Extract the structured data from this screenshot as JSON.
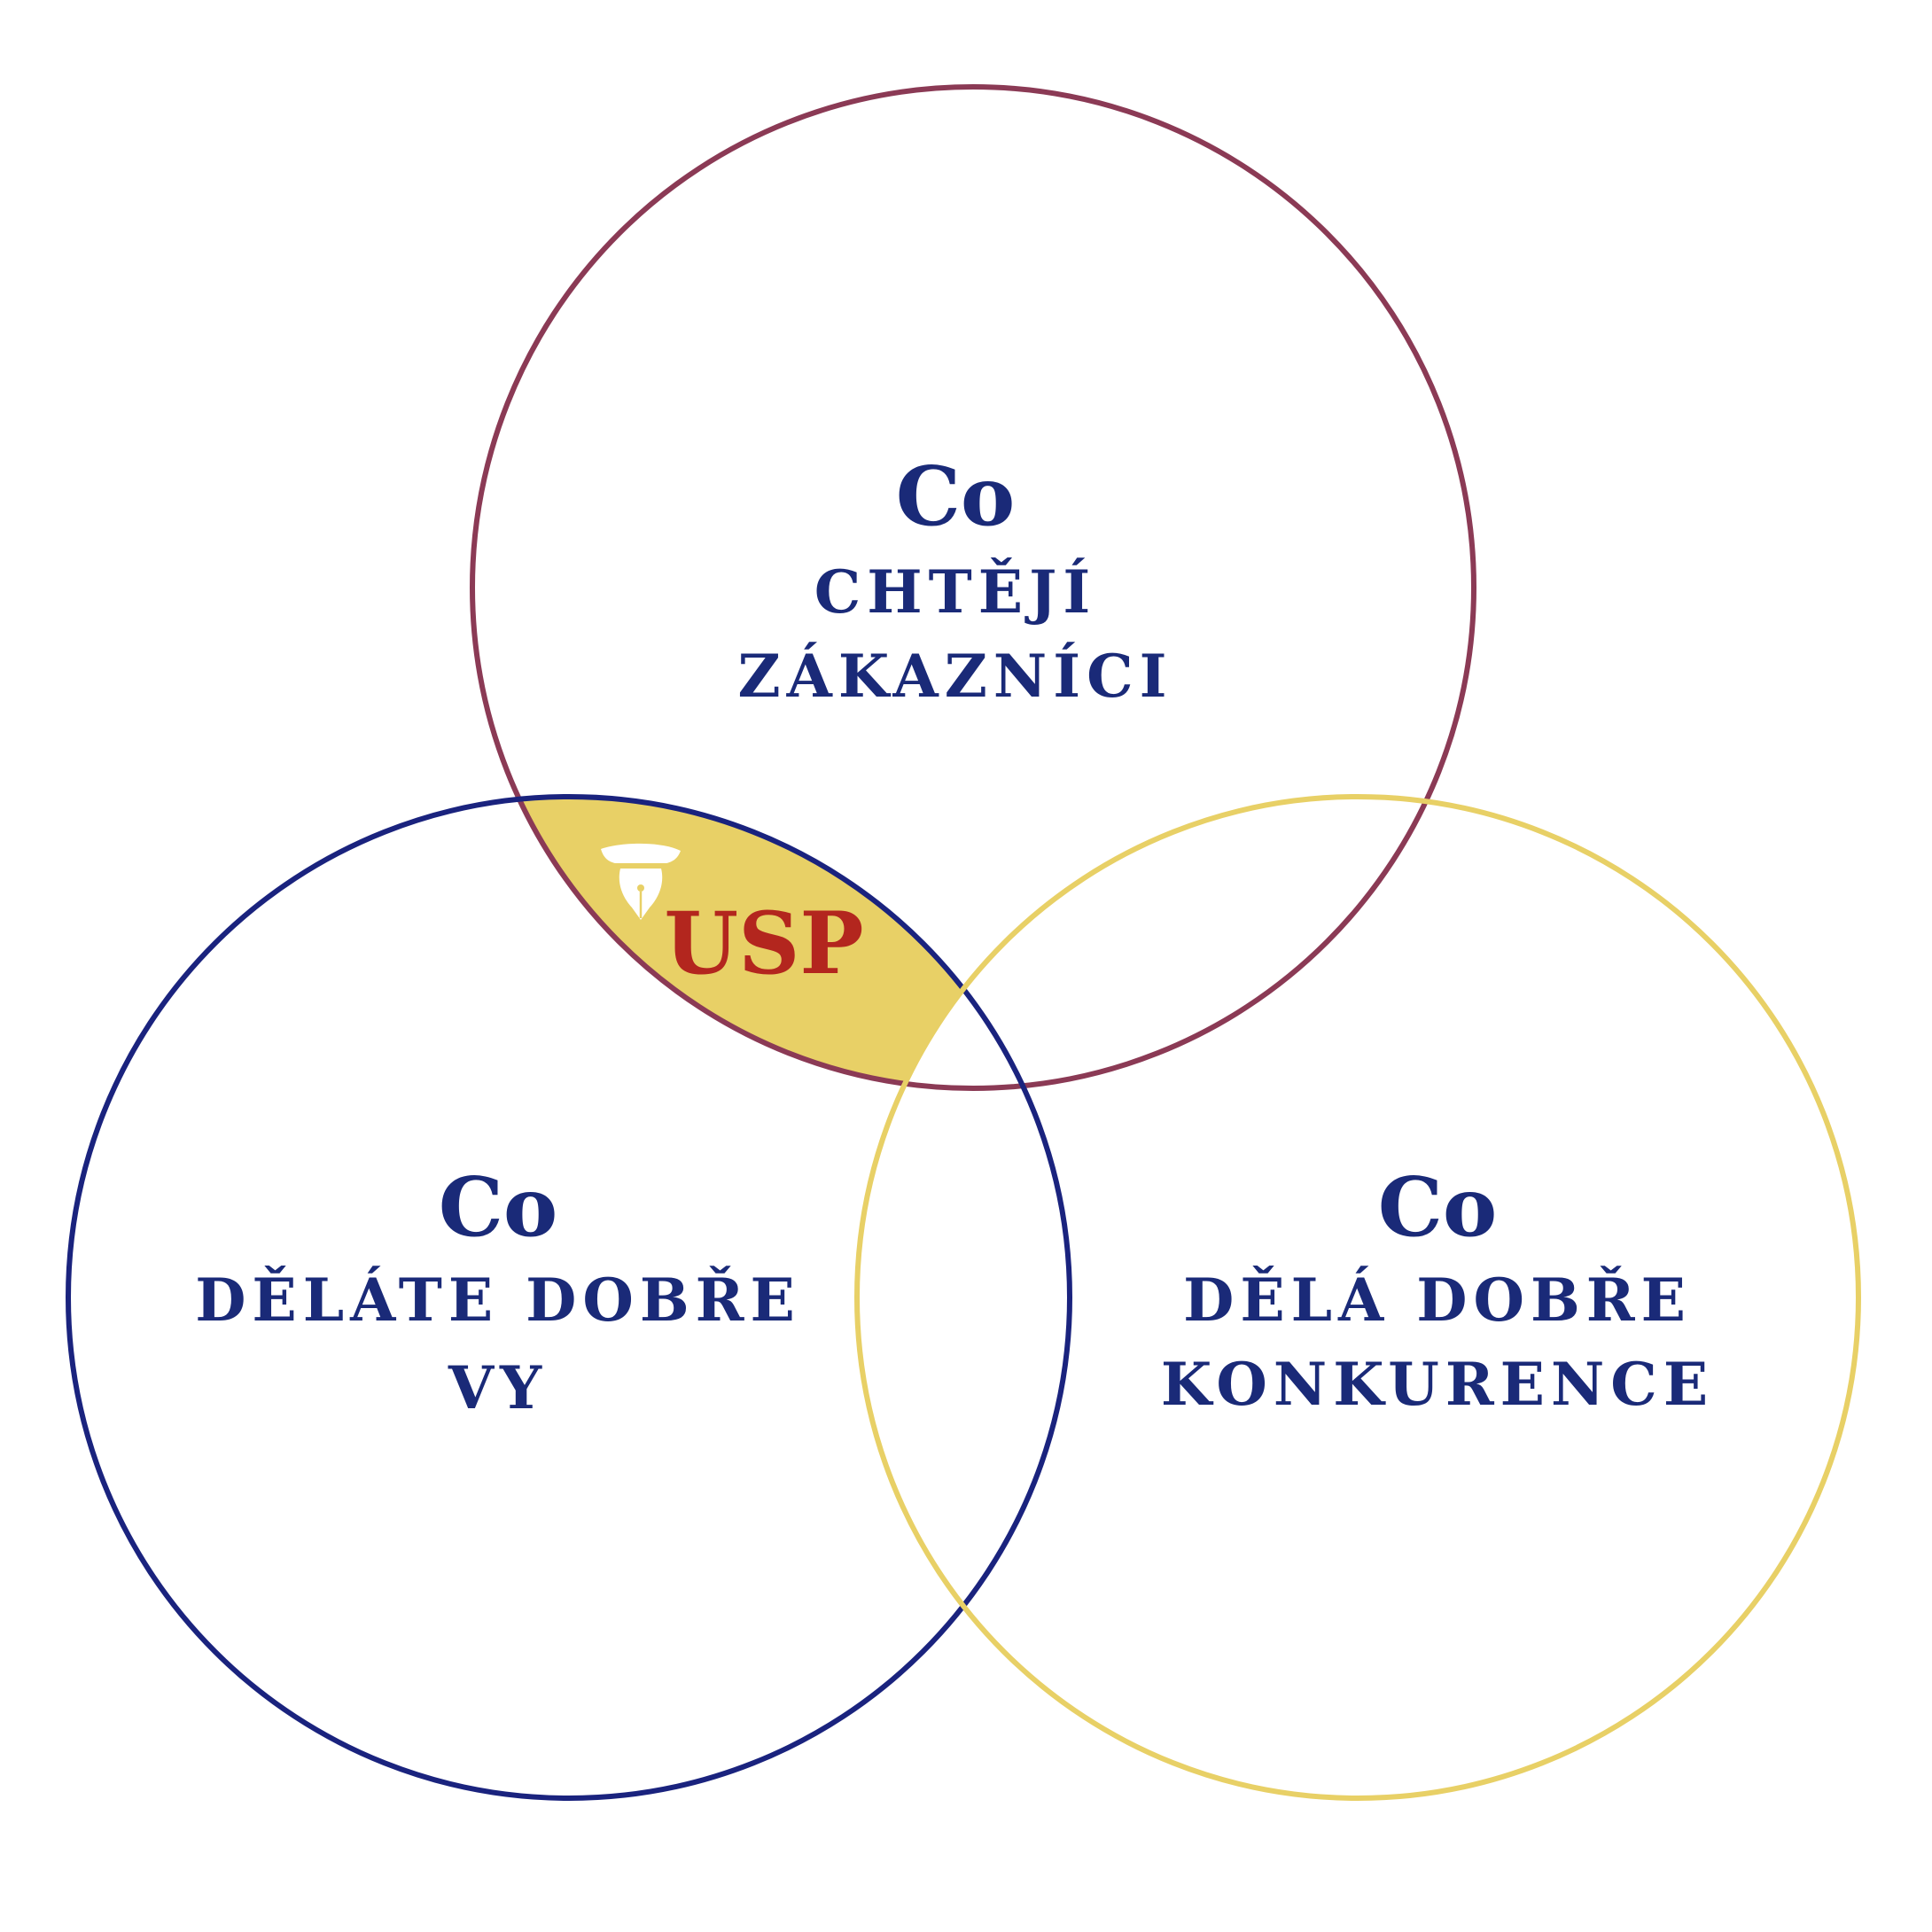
{
  "colors": {
    "customers_circle": "#8B3A55",
    "you_circle": "#1A237E",
    "competition_circle": "#E8D066",
    "usp_fill": "#E8D066",
    "text": "#1A2A78",
    "usp_text": "#B3261E",
    "logo": "#FFFFFF"
  },
  "circles": {
    "customers": {
      "line1": "Co",
      "line2": "CHTĚJÍ",
      "line3": "ZÁKAZNÍCI"
    },
    "you": {
      "line1": "Co",
      "line2": "DĚLÁTE DOBŘE",
      "line3": "VY"
    },
    "competition": {
      "line1": "Co",
      "line2": "DĚLÁ DOBŘE",
      "line3": "KONKURENCE"
    }
  },
  "usp": {
    "label": "USP",
    "icon": "fountain-pen-logo-icon"
  }
}
